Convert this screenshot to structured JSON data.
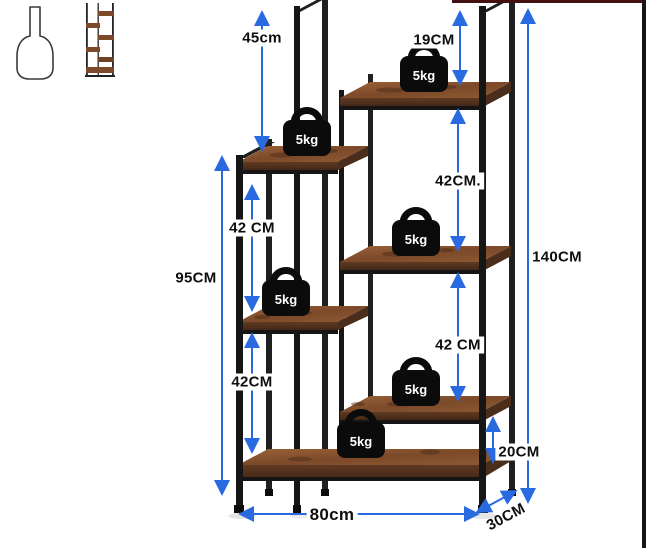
{
  "diagram": {
    "title": "shelf-dimension-diagram",
    "palette": {
      "arrow_blue": "#2a6ae0",
      "frame_black": "#161616",
      "wood_brown": "#7c4a2a",
      "wood_dark": "#432817",
      "label_text": "#0e0e0e",
      "weight_black": "#0b0b0b",
      "weight_text": "#ffffff",
      "top_line_maroon": "#431112"
    },
    "labels": {
      "h45": "45cm",
      "h19": "19CM",
      "h42_right_upper": "42CM.",
      "h42_left_upper": "42 CM",
      "h95": "95CM",
      "h140": "140CM",
      "h42_left_lower": "42CM",
      "h42_right_lower": "42 CM",
      "h20": "20CM",
      "w80": "80cm",
      "d30": "30CM"
    },
    "weights": {
      "label": "5kg",
      "count": 6
    }
  }
}
